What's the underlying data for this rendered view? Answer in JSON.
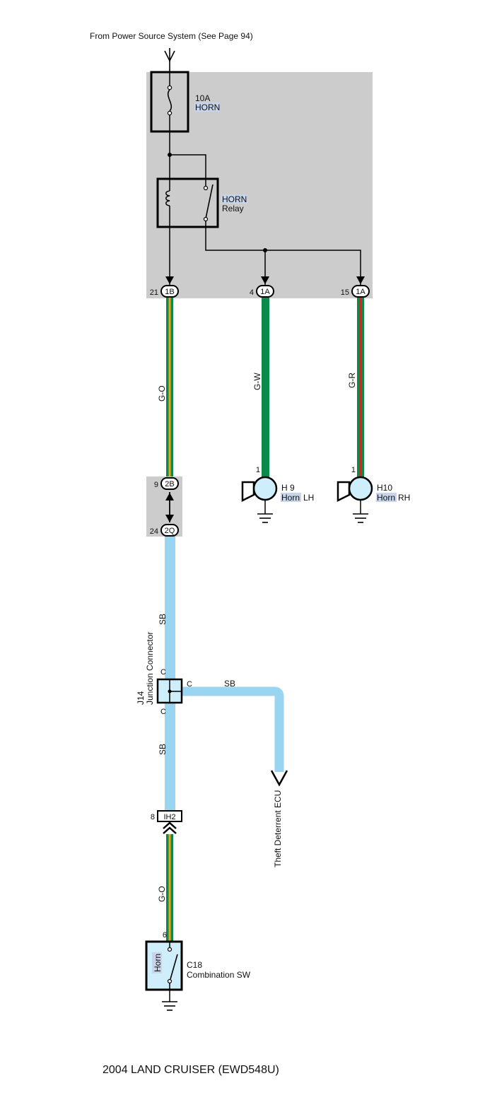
{
  "source": {
    "label": "From Power Source System (See Page 94)"
  },
  "fuse": {
    "rating": "10A",
    "name": "HORN"
  },
  "relay": {
    "name": "HORN",
    "type": "Relay"
  },
  "junction_block_pins": [
    {
      "pin": "21",
      "connector": "1B",
      "wire": "G-O"
    },
    {
      "pin": "4",
      "connector": "1A",
      "wire": "G-W"
    },
    {
      "pin": "15",
      "connector": "1A",
      "wire": "G-R"
    }
  ],
  "connector_2b": {
    "pin": "9",
    "connector": "2B"
  },
  "connector_2q": {
    "pin": "24",
    "connector": "2Q"
  },
  "horn_lh": {
    "pin": "1",
    "code": "H 9",
    "name_a": "Horn",
    "name_b": "LH"
  },
  "horn_rh": {
    "pin": "1",
    "code": "H10",
    "name_a": "Horn",
    "name_b": "RH"
  },
  "wire_sb": {
    "upper": "SB",
    "lower": "SB",
    "branch": "SB"
  },
  "junction_connector": {
    "code": "J14",
    "name": "Junction Connector",
    "pin_top": "C",
    "pin_right": "C",
    "pin_bottom": "C"
  },
  "theft_ecu": {
    "label": "Theft Deterrent ECU"
  },
  "connector_ih2": {
    "pin": "8",
    "connector": "IH2"
  },
  "wire_go_lower": {
    "label": "G-O"
  },
  "combination_switch": {
    "pin": "6",
    "code": "C18",
    "name": "Combination SW",
    "inner_label": "Horn"
  },
  "footer": {
    "text": "2004 LAND CRUISER (EWD548U)"
  },
  "colors": {
    "junction_block_bg": "#cccccc",
    "wire_green": "#0a8a4a",
    "wire_orange": "#f0a020",
    "wire_red": "#e02020",
    "wire_sky_blue": "#99d5f0",
    "component_fill": "#cdeefa",
    "label_highlight": "#c7d4ea"
  }
}
